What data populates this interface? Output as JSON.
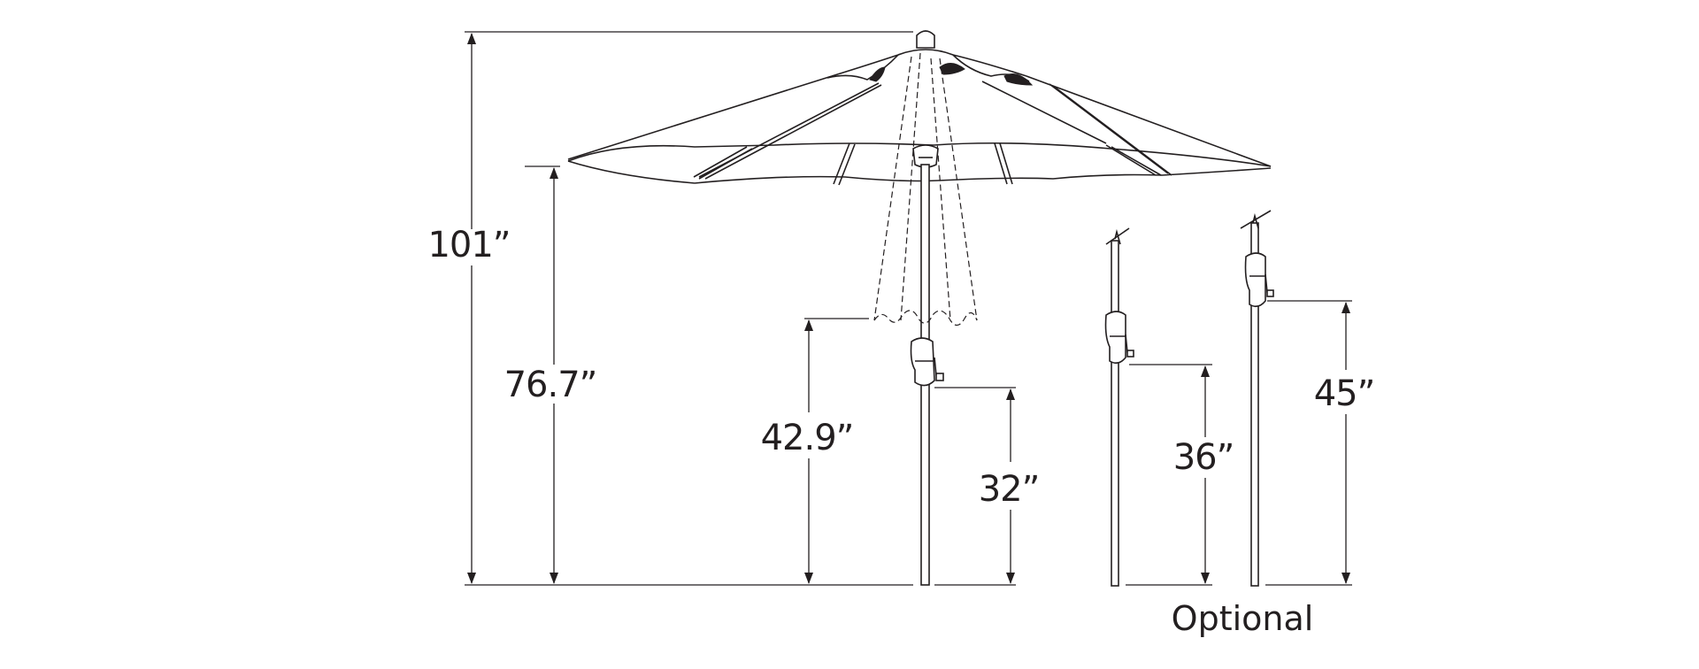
{
  "diagram": {
    "dimensions": {
      "overall_height": "101”",
      "canopy_clearance": "76.7”",
      "lowered_canopy_clearance": "42.9”",
      "crank_height_standard": "32”",
      "crank_height_option_a": "36”",
      "crank_height_option_b": "45”"
    },
    "optional_caption": "Optional",
    "colors": {
      "line": "#231f20",
      "background": "#ffffff"
    }
  }
}
